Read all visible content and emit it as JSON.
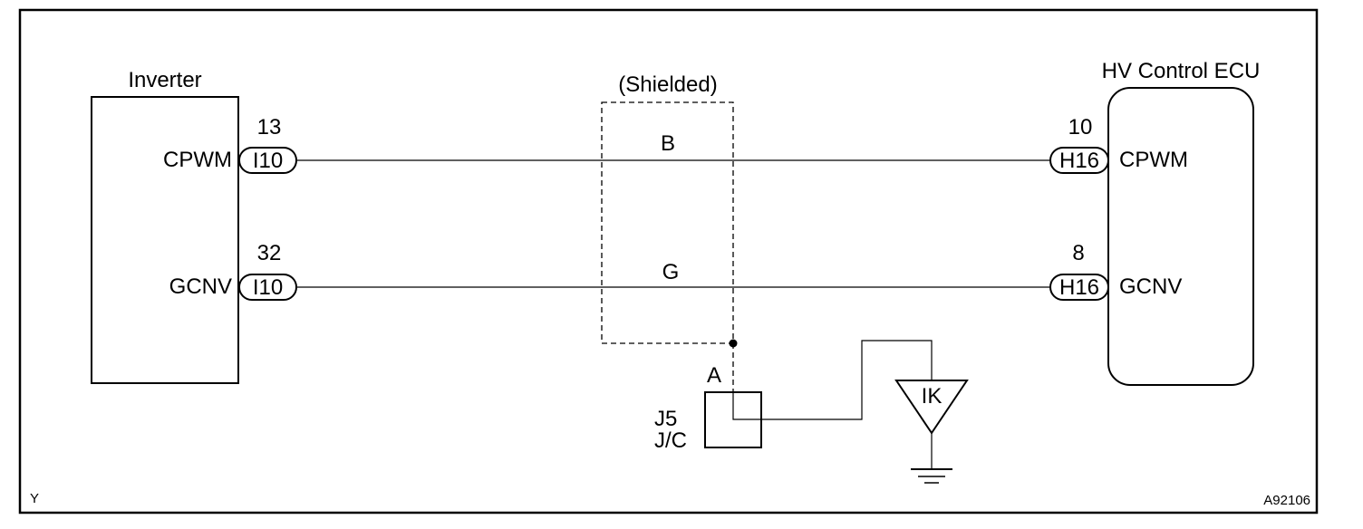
{
  "components": {
    "inverter": {
      "title": "Inverter",
      "pins": [
        "CPWM",
        "GCNV"
      ]
    },
    "ecu": {
      "title": "HV Control ECU",
      "pins": [
        "CPWM",
        "GCNV"
      ]
    }
  },
  "connectors": {
    "inverter_side": "I10",
    "ecu_side": "H16"
  },
  "wires": [
    {
      "color": "B",
      "inverter_pin_no": "13",
      "ecu_pin_no": "10"
    },
    {
      "color": "G",
      "inverter_pin_no": "32",
      "ecu_pin_no": "8"
    }
  ],
  "shield_label": "(Shielded)",
  "junction": {
    "terminal": "A",
    "name": "J5",
    "type": "J/C"
  },
  "ground_label": "IK",
  "corner_left": "Y",
  "figure_id": "A92106"
}
